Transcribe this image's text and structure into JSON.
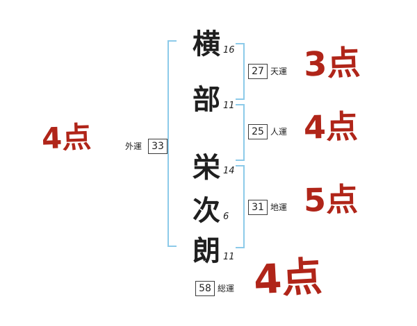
{
  "chart": {
    "title": "name-fortune-diagram",
    "chars": [
      {
        "glyph": "横",
        "strokes": "16"
      },
      {
        "glyph": "部",
        "strokes": "11"
      },
      {
        "glyph": "栄",
        "strokes": "14"
      },
      {
        "glyph": "次",
        "strokes": "6"
      },
      {
        "glyph": "朗",
        "strokes": "11"
      }
    ],
    "ten": {
      "label": "天運",
      "value": "27",
      "score": "3点"
    },
    "jin": {
      "label": "人運",
      "value": "25",
      "score": "4点"
    },
    "chi": {
      "label": "地運",
      "value": "31",
      "score": "5点"
    },
    "gai": {
      "label": "外運",
      "value": "33",
      "score": "4点"
    },
    "sou": {
      "label": "総運",
      "value": "58",
      "score": "4点"
    },
    "colors": {
      "score_red": "#b02519",
      "bracket_blue": "#8ccae9",
      "text": "#1f1f1f"
    }
  }
}
